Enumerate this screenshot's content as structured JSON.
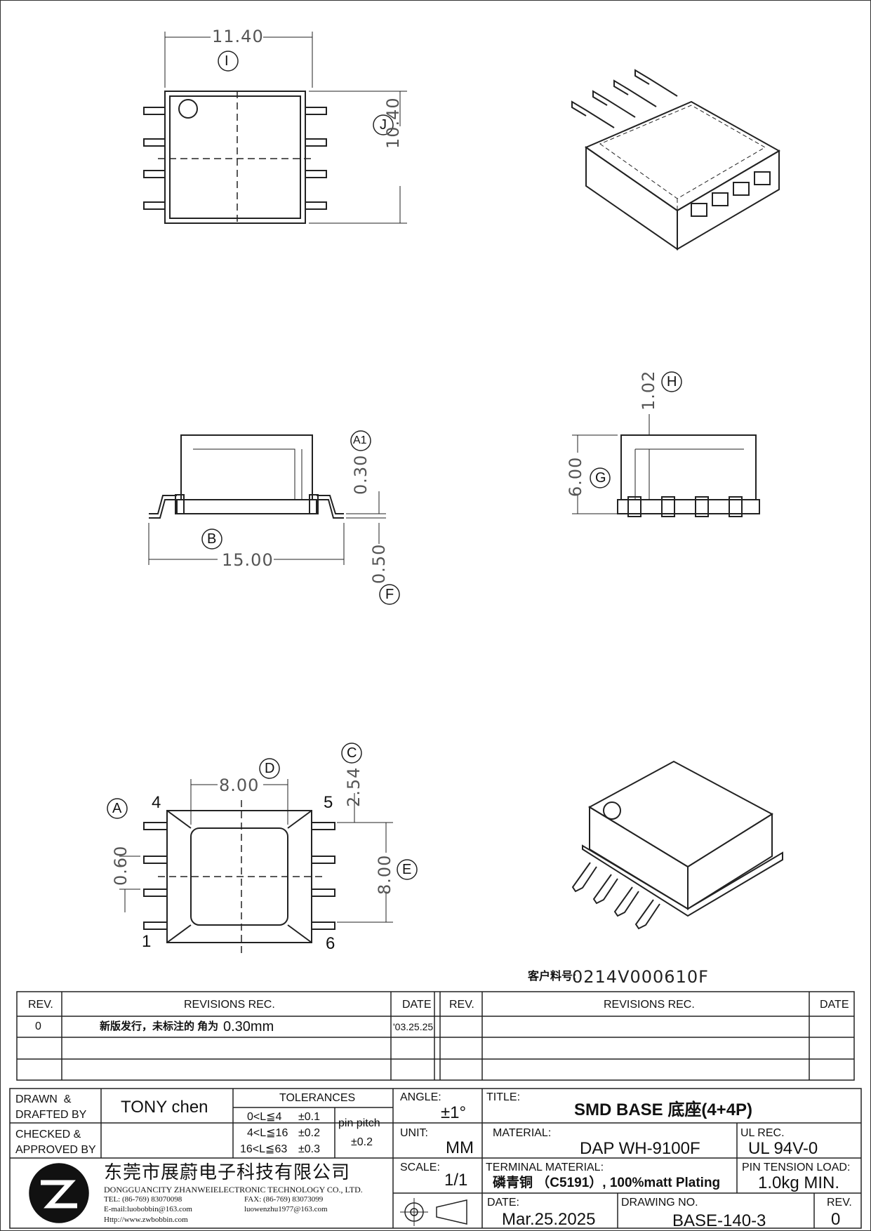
{
  "dimensions": {
    "top_width": "11.40",
    "top_height": "10.40",
    "front_length": "15.00",
    "front_height_offset": "0.30",
    "front_pin_thickness": "0.50",
    "side_height": "6.00",
    "side_standoff": "1.02",
    "bottom_inner_width": "8.00",
    "bottom_pitch": "2.54",
    "bottom_pin_width": "0.60",
    "bottom_inner_height": "8.00"
  },
  "balloons": {
    "I": "I",
    "J": "J",
    "A1": "A1",
    "B": "B",
    "F": "F",
    "H": "H",
    "G": "G",
    "D": "D",
    "C": "C",
    "A": "A",
    "E": "E"
  },
  "pins": {
    "p4": "4",
    "p5": "5",
    "p1": "1",
    "p6": "6"
  },
  "customer_part": {
    "label": "客户料号:",
    "value": "0214V000610F"
  },
  "revision_table": {
    "headers": {
      "rev": "REV.",
      "rec": "REVISIONS    REC.",
      "date": "DATE"
    },
    "rows": [
      {
        "rev": "0",
        "rec": "新版发行，未标注的 角为",
        "rec_value": "0.30mm",
        "date": "'03.25.25"
      }
    ]
  },
  "title_block": {
    "drawn_label": "DRAWN  &\nDRAFTED BY",
    "drawn_value": "TONY chen",
    "checked_label": "CHECKED &\nAPPROVED BY",
    "tolerances_label": "TOLERANCES",
    "tol_rows": [
      {
        "range": "0<L≦4",
        "tol": "±0.1"
      },
      {
        "range": "4<L≦16",
        "tol": "±0.2"
      },
      {
        "range": "16<L≦63",
        "tol": "±0.3"
      }
    ],
    "pin_pitch_label": "pin pitch",
    "pin_pitch_value": "±0.2",
    "angle_label": "ANGLE:",
    "angle_value": "±1°",
    "unit_label": "UNIT:",
    "unit_value": "MM",
    "scale_label": "SCALE:",
    "scale_value": "1/1",
    "title_label": "TITLE:",
    "title_value": "SMD  BASE 底座(4+4P)",
    "material_label": "MATERIAL:",
    "material_value": "DAP  WH-9100F",
    "ul_label": "UL REC.",
    "ul_value": "UL  94V-0",
    "terminal_label": "TERMINAL  MATERIAL:",
    "terminal_value": "磷青铜 （C5191）, 100%matt Plating",
    "pin_tension_label": "PIN  TENSION  LOAD:",
    "pin_tension_value": "1.0kg  MIN.",
    "date_label": "DATE:",
    "date_value": "Mar.25.2025",
    "drawing_no_label": "DRAWING  NO.",
    "drawing_no_value": "BASE-140-3",
    "rev_label": "REV.",
    "rev_value": "0"
  },
  "company": {
    "name_cn": "东莞市展蔚电子科技有限公司",
    "name_en": "DONGGUANCITY ZHANWEIELECTRONIC TECHNOLOGY CO., LTD.",
    "tel": "TEL: (86-769) 83070098",
    "fax": "FAX: (86-769) 83073099",
    "email1": "E-mail:luobobbin@163.com",
    "email2": "luowenzhu1977@163.com",
    "web": "Http://www.zwbobbin.com"
  }
}
